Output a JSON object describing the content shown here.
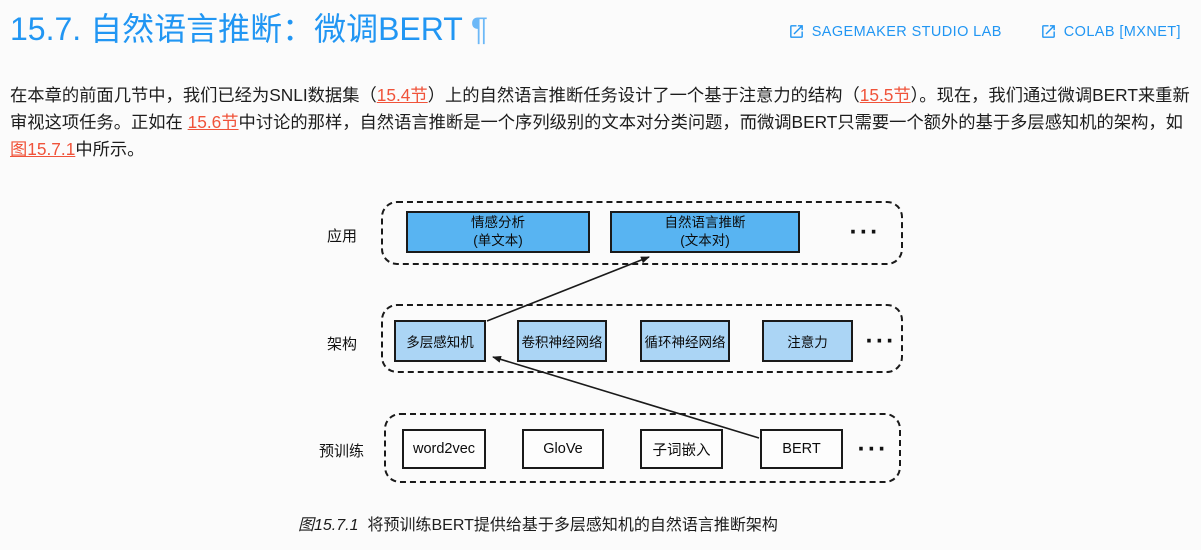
{
  "header": {
    "title": "15.7. 自然语言推断：微调BERT",
    "pilcrow": "¶",
    "links": [
      {
        "icon": "external-link-icon",
        "label": "SAGEMAKER STUDIO LAB"
      },
      {
        "icon": "external-link-icon",
        "label": "COLAB [MXNET]"
      }
    ]
  },
  "paragraph": {
    "segments": [
      {
        "type": "text",
        "text": "在本章的前面几节中，我们已经为SNLI数据集（"
      },
      {
        "type": "link",
        "text": "15.4节"
      },
      {
        "type": "text",
        "text": "）上的自然语言推断任务设计了一个基于注意力的结构（"
      },
      {
        "type": "link",
        "text": "15.5节"
      },
      {
        "type": "text",
        "text": "）。现在，我们通过微调BERT来重新审视这项任务。正如在 "
      },
      {
        "type": "link",
        "text": "15.6节"
      },
      {
        "type": "text",
        "text": "中讨论的那样，自然语言推断是一个序列级别的文本对分类问题，而微调BERT只需要一个额外的基于多层感知机的架构，如 "
      },
      {
        "type": "link",
        "text": "图15.7.1"
      },
      {
        "type": "text",
        "text": "中所示。"
      }
    ]
  },
  "figure": {
    "row_labels": [
      "应用",
      "架构",
      "预训练"
    ],
    "dots": "···",
    "app_boxes": [
      {
        "line1": "情感分析",
        "line2": "(单文本)"
      },
      {
        "line1": "自然语言推断",
        "line2": "(文本对)"
      }
    ],
    "arch_boxes": [
      "多层感知机",
      "卷积神经网络",
      "循环神经网络",
      "注意力"
    ],
    "pretrain_boxes": [
      "word2vec",
      "GloVe",
      "子词嵌入",
      "BERT"
    ],
    "caption": {
      "tag": "图15.7.1",
      "text": "将预训练BERT提供给基于多层感知机的自然语言推断架构"
    }
  },
  "colors": {
    "accent_blue": "#2196f3",
    "link_red": "#f0533a",
    "app_box_fill": "#58b4f2",
    "arch_box_fill": "#abd5f5",
    "pretrain_box_fill": "#fdfdfd",
    "stroke": "#1a1a1a",
    "background": "#fbfbfb"
  }
}
